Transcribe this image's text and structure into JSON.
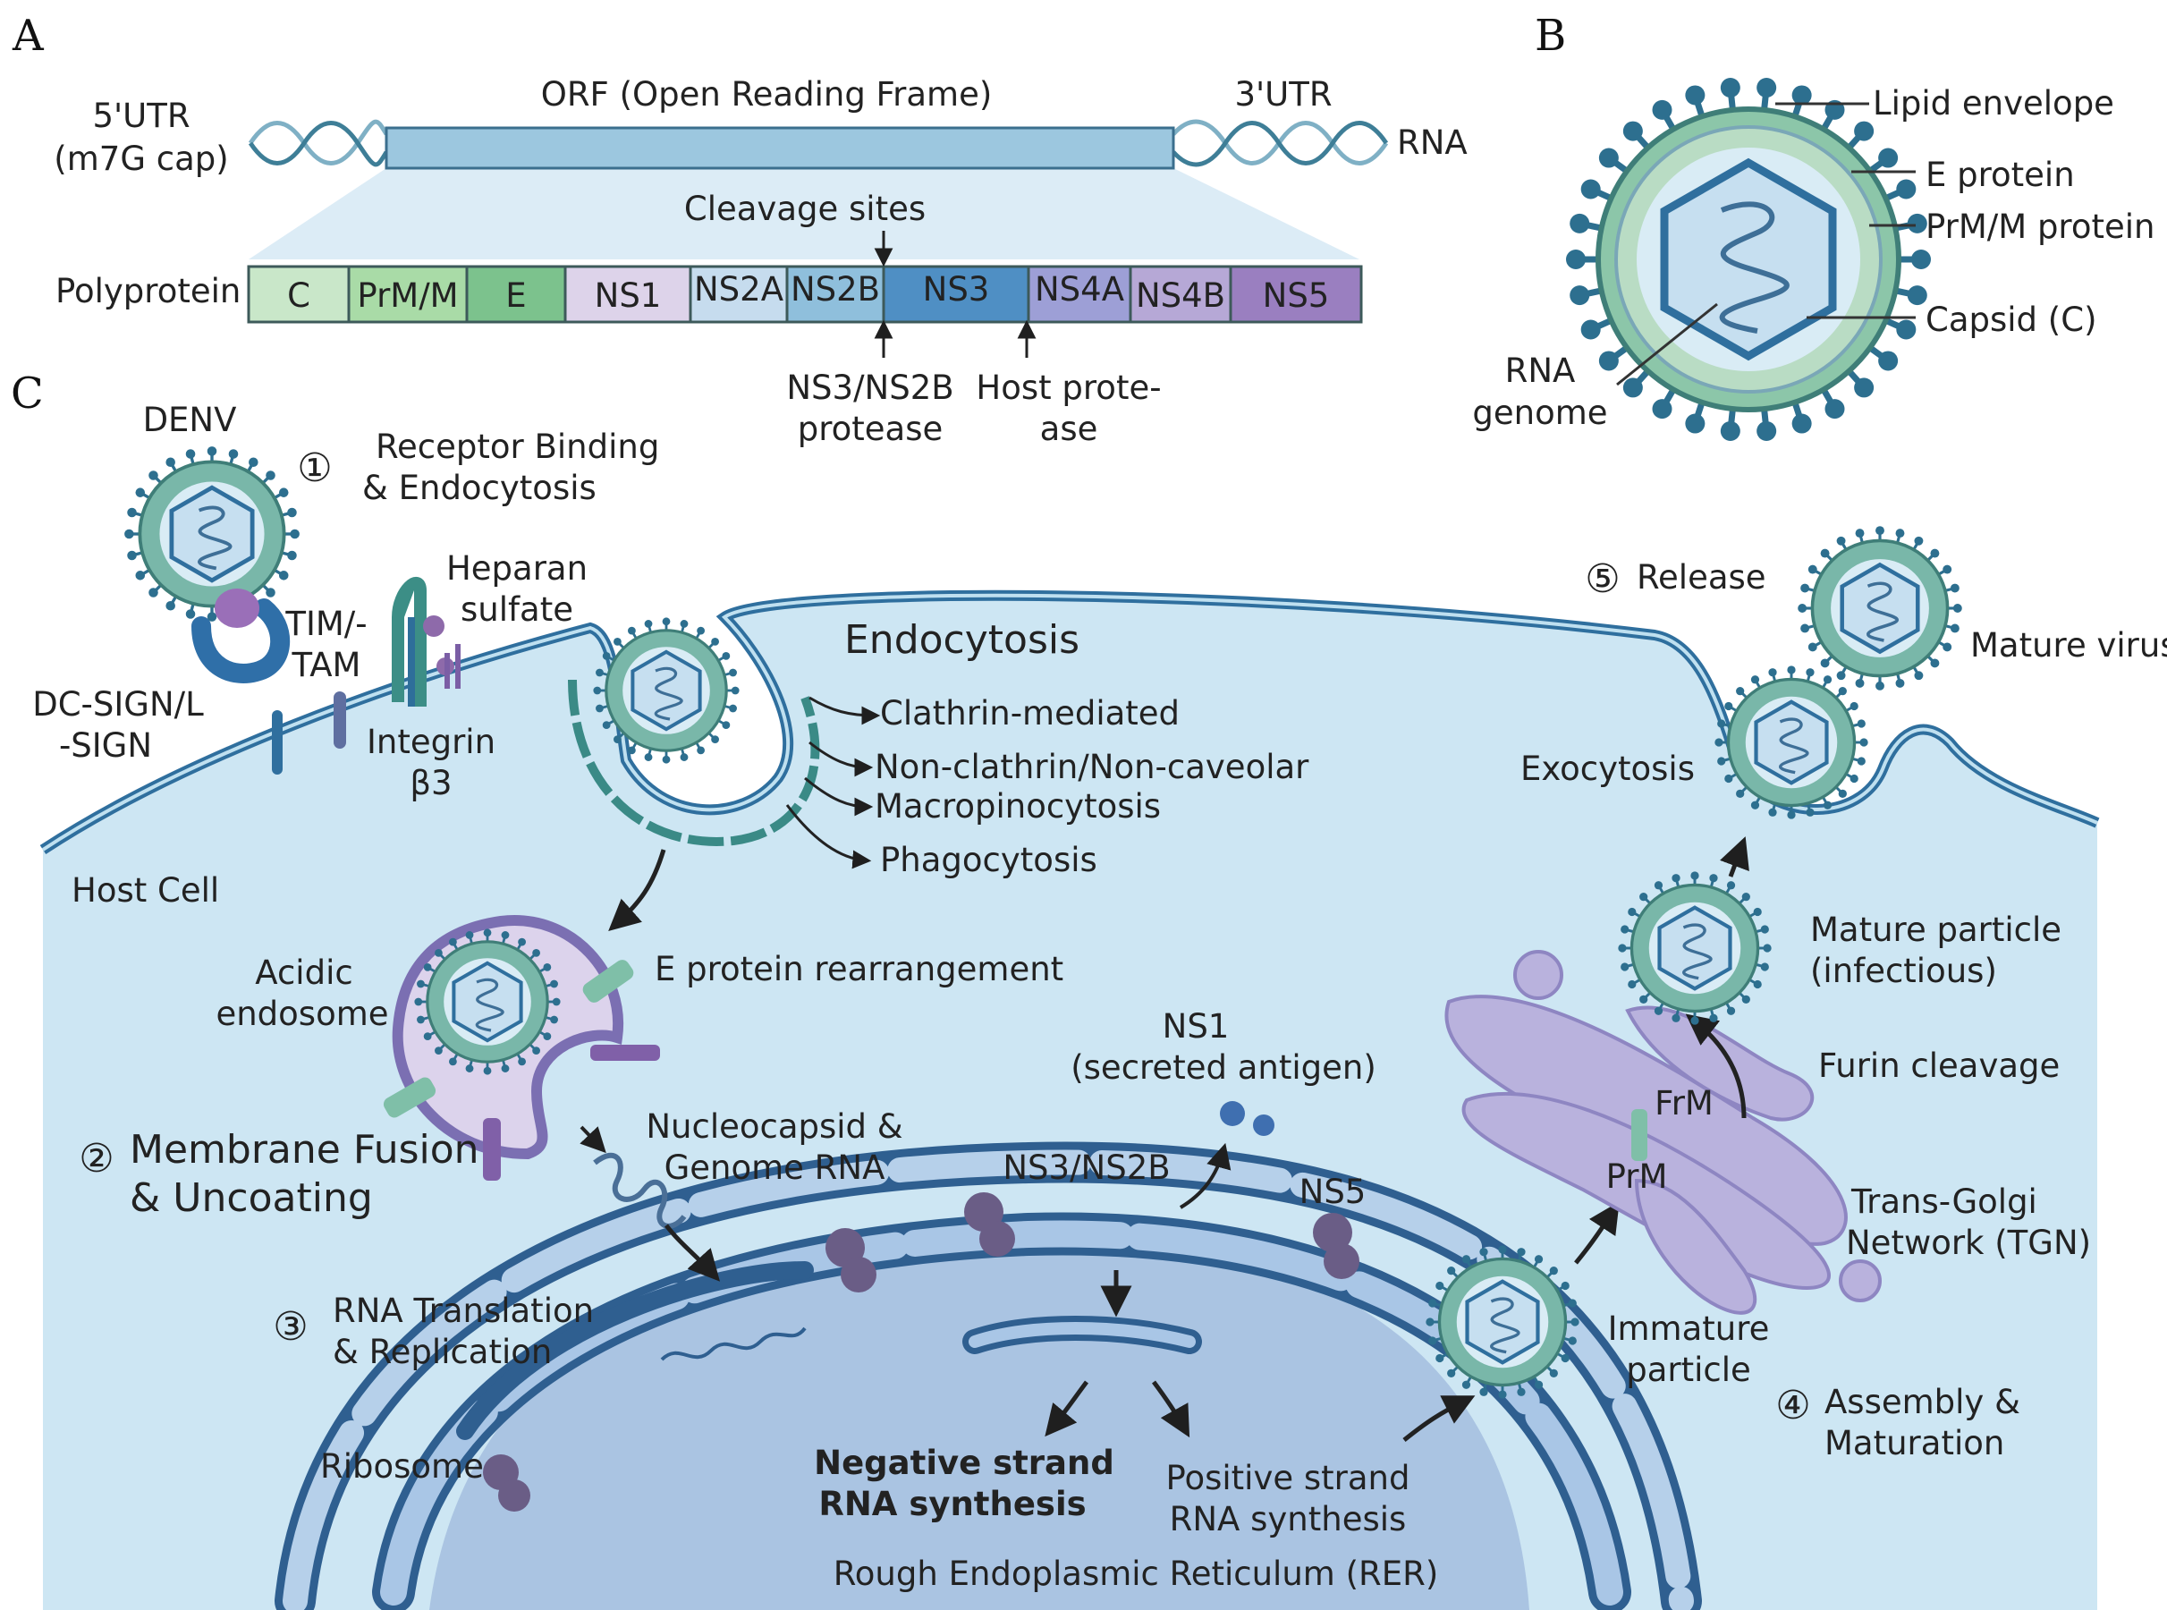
{
  "panels": {
    "a": "A",
    "b": "B",
    "c": "C"
  },
  "panel_a": {
    "utr5": [
      "5'UTR",
      "(m7G cap)"
    ],
    "orf": "ORF (Open Reading Frame)",
    "utr3": "3'UTR",
    "rna": "RNA",
    "cleavage_sites": "Cleavage sites",
    "polyprotein": "Polyprotein",
    "segments": [
      {
        "label": "C",
        "color": "#c9e7c9"
      },
      {
        "label": "PrM/M",
        "color": "#a9dba7"
      },
      {
        "label": "E",
        "color": "#7cc28d"
      },
      {
        "label": "NS1",
        "color": "#ddd3ea"
      },
      {
        "label": "NS2A",
        "color": "#c6dcee"
      },
      {
        "label": "NS2B",
        "color": "#8fbfdc"
      },
      {
        "label": "NS3",
        "color": "#4f8fc4"
      },
      {
        "label": "NS4A",
        "color": "#9d9fd6"
      },
      {
        "label": "NS4B",
        "color": "#b6a8d6"
      },
      {
        "label": "NS5",
        "color": "#9a7fc0"
      }
    ],
    "protease1": [
      "NS3/NS2B",
      "protease"
    ],
    "protease2": [
      "Host prote-",
      "ase"
    ]
  },
  "panel_b": {
    "lipid": "Lipid envelope",
    "e_protein": "E protein",
    "prm": "PrM/M protein",
    "capsid": "Capsid (C)",
    "rna_genome": [
      "RNA",
      "genome"
    ]
  },
  "panel_c": {
    "denv": "DENV",
    "step1": [
      "①",
      "Receptor Binding",
      "& Endocytosis"
    ],
    "heparan": [
      "Heparan",
      "sulfate"
    ],
    "tim": [
      "TIM/-",
      "TAM"
    ],
    "dcsign": [
      "DC-SIGN/L",
      "-SIGN"
    ],
    "integrin": [
      "Integrin",
      "β3"
    ],
    "endocytosis": "Endocytosis",
    "pathways": [
      "Clathrin-mediated",
      "Non-clathrin/Non-caveolar",
      "Macropinocytosis",
      "Phagocytosis"
    ],
    "host_cell": "Host Cell",
    "acidic": [
      "Acidic",
      "endosome"
    ],
    "e_rearr": "E protein rearrangement",
    "step2": [
      "②",
      "Membrane Fusion",
      "& Uncoating"
    ],
    "nucleocapsid": [
      "Nucleocapsid &",
      "Genome RNA"
    ],
    "ns1": [
      "NS1",
      "(secreted antigen)"
    ],
    "ns3ns2b": "NS3/NS2B",
    "ns5": "NS5",
    "step3": [
      "③",
      "RNA Translation",
      "& Replication"
    ],
    "ribosome": "Ribosome",
    "neg_strand": [
      "Negative strand",
      "RNA synthesis"
    ],
    "pos_strand": [
      "Positive strand",
      "RNA synthesis"
    ],
    "rer": "Rough Endoplasmic Reticulum (RER)",
    "step5": [
      "⑤",
      "Release"
    ],
    "mature_virus": "Mature virus",
    "exocytosis": "Exocytosis",
    "mature_particle": [
      "Mature particle",
      "(infectious)"
    ],
    "furin": "Furin cleavage",
    "frm": "FrM",
    "prm": "PrM",
    "tgn": [
      "Trans-Golgi",
      "Network (TGN)"
    ],
    "immature": [
      "Immature",
      "particle"
    ],
    "step4": [
      "④",
      "Assembly &",
      "Maturation"
    ]
  },
  "colors": {
    "cytoplasm": "#cde6f3",
    "membrane": "#2f6f9e",
    "er": "#5f86b8",
    "nucleus": "#aac4e2",
    "virus_spike": "#2d6f8f",
    "virus_shell": "#79b7a9",
    "golgi": "#b9b2dd",
    "endosome": "#dcd3ec"
  }
}
